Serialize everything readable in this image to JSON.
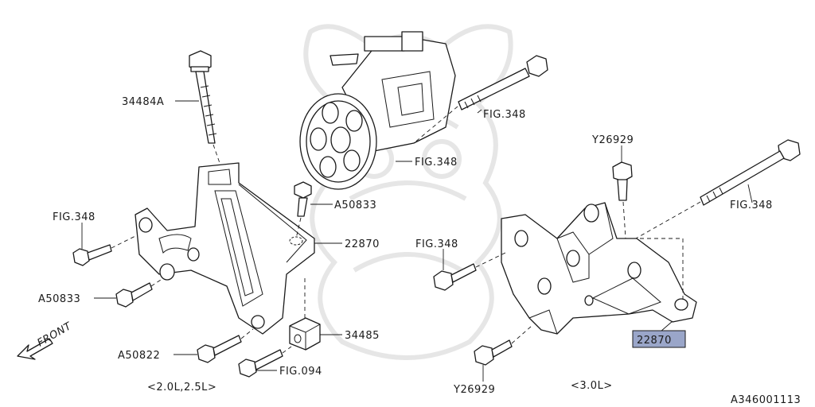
{
  "labels": {
    "bolt_34484a": "34484A",
    "fig348_pump_bolt": "FIG.348",
    "fig348_pump": "FIG.348",
    "a50833_upper": "A50833",
    "part_22870_left": "22870",
    "fig348_left": "FIG.348",
    "a50833_left": "A50833",
    "a50822": "A50822",
    "part_34485": "34485",
    "fig094": "FIG.094",
    "caption_left": "<2.0L,2.5L>",
    "y26929_top": "Y26929",
    "fig348_right_long": "FIG.348",
    "fig348_right": "FIG.348",
    "part_22870_right": "22870",
    "y26929_bottom": "Y26929",
    "caption_right": "<3.0L>",
    "front": "FRONT",
    "diagram_id": "A346001113"
  },
  "colors": {
    "line": "#1a1a1a",
    "highlight": "#9aa6c9",
    "watermark": "#e6e6e6"
  },
  "icons": {
    "front": "front-arrow-icon"
  }
}
